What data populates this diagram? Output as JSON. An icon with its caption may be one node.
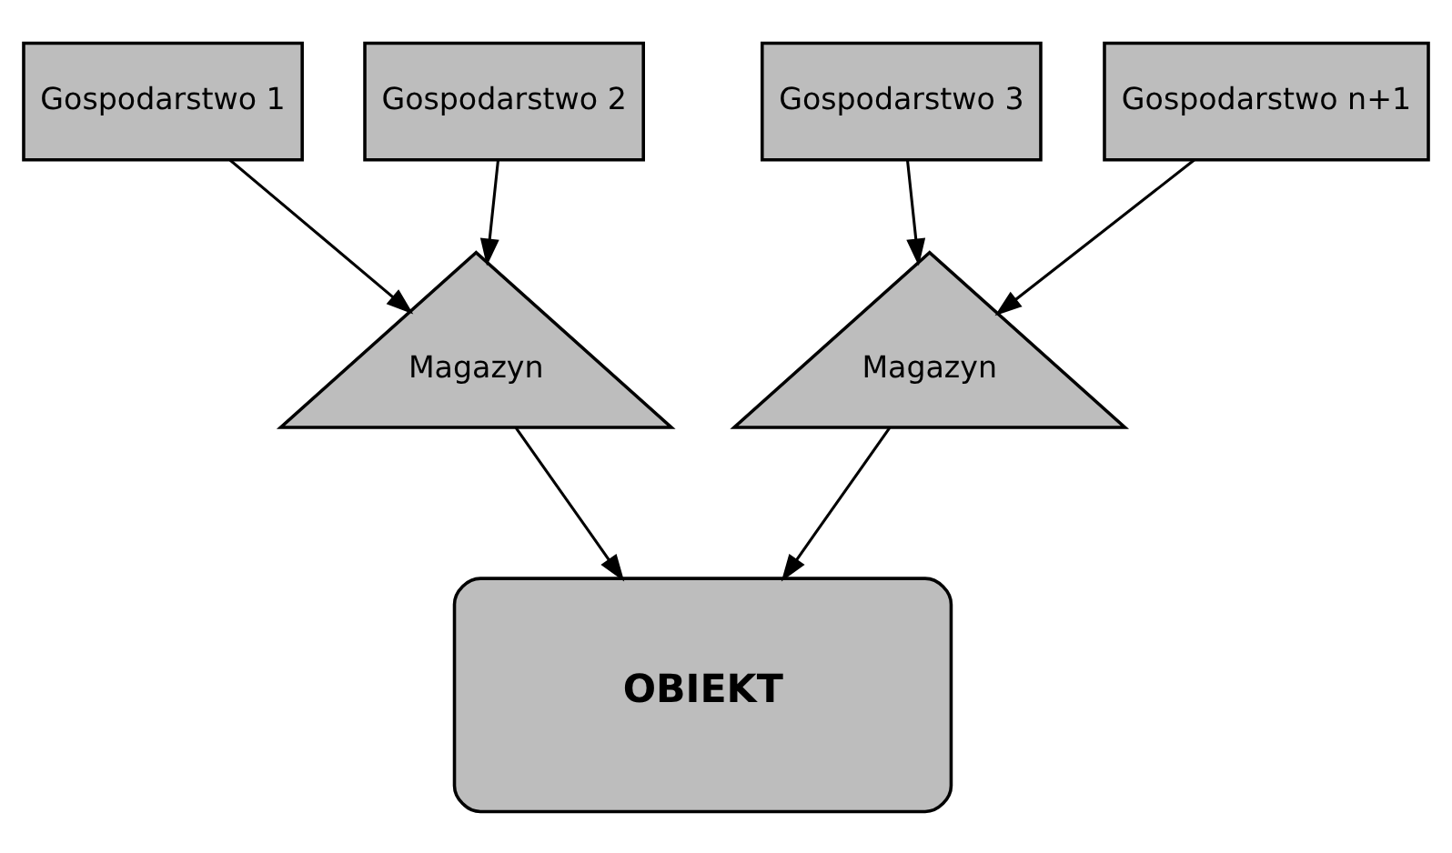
{
  "diagram": {
    "nodes": [
      {
        "text": [
          "Gospodarstwo 1"
        ]
      },
      {
        "text": [
          "Gospodarstwo 2"
        ]
      },
      {
        "text": [
          "Gospodarstwo 3"
        ]
      },
      {
        "text": [
          "Gospodarstwo n+1"
        ]
      },
      {
        "text": [
          "Magazyn"
        ]
      },
      {
        "text": [
          "Magazyn"
        ]
      },
      {
        "text": [
          "OBIEKT"
        ]
      }
    ],
    "edges": [
      {
        "from": 0,
        "to": 4,
        "arrow": "to"
      },
      {
        "from": 1,
        "to": 4,
        "arrow": "to"
      },
      {
        "from": 2,
        "to": 5,
        "arrow": "to"
      },
      {
        "from": 3,
        "to": 5,
        "arrow": "to"
      },
      {
        "from": 4,
        "to": 6,
        "arrow": "to"
      },
      {
        "from": 5,
        "to": 6,
        "arrow": "to"
      }
    ]
  }
}
